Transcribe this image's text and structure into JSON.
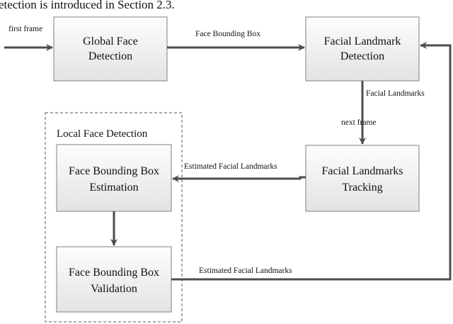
{
  "caption_fragment": "etection is introduced in Section 2.3.",
  "colors": {
    "arrow": "#4d4d4d",
    "box_stroke": "#7f7f7f",
    "box_fill_top": "#fdfdfd",
    "box_fill_bottom": "#e3e3e3",
    "group_stroke": "#555555"
  },
  "group": {
    "title": "Local Face Detection"
  },
  "boxes": {
    "global_face_detection": {
      "lines": [
        "Global Face",
        "Detection"
      ]
    },
    "facial_landmark_detection": {
      "lines": [
        "Facial Landmark",
        "Detection"
      ]
    },
    "facial_landmarks_tracking": {
      "lines": [
        "Facial Landmarks",
        "Tracking"
      ]
    },
    "bbox_estimation": {
      "lines": [
        "Face Bounding Box",
        "Estimation"
      ]
    },
    "bbox_validation": {
      "lines": [
        "Face Bounding Box",
        "Validation"
      ]
    }
  },
  "edge_labels": {
    "first_frame": "first frame",
    "face_bounding_box": "Face Bounding Box",
    "facial_landmarks": "Facial Landmarks",
    "next_frame": "next frame",
    "estimated_landmarks_top": "Estimated Facial Landmarks",
    "estimated_landmarks_bottom": "Estimated Facial Landmarks"
  }
}
